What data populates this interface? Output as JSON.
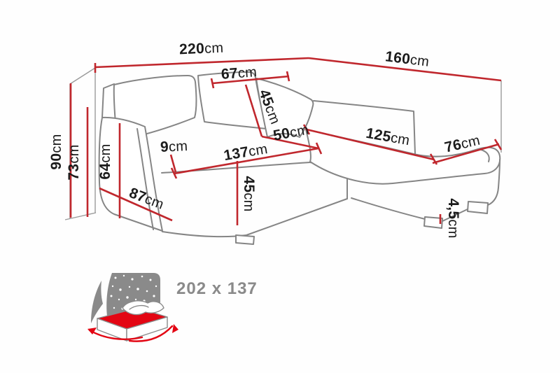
{
  "diagram_title": "corner sofa-bed dimension diagram",
  "unit": "cm",
  "colors": {
    "dimension_line": "#c0272d",
    "outline_gray": "#858585",
    "label_text": "#1b1b1b",
    "icon_gray": "#8a8a8a",
    "icon_red": "#e30613",
    "background": "#ffffff"
  },
  "dims": [
    {
      "id": "total-width",
      "value": "220",
      "unit": "cm"
    },
    {
      "id": "total-depth",
      "value": "160",
      "unit": "cm"
    },
    {
      "id": "total-height",
      "value": "90",
      "unit": "cm"
    },
    {
      "id": "back-height",
      "value": "73",
      "unit": "cm"
    },
    {
      "id": "arm-height",
      "value": "64",
      "unit": "cm"
    },
    {
      "id": "back-cushion-width",
      "value": "67",
      "unit": "cm"
    },
    {
      "id": "back-cushion-height",
      "value": "45",
      "unit": "cm"
    },
    {
      "id": "corner-seat-depth",
      "value": "50",
      "unit": "cm"
    },
    {
      "id": "armrest-width",
      "value": "9",
      "unit": "cm"
    },
    {
      "id": "seat-length",
      "value": "137",
      "unit": "cm"
    },
    {
      "id": "seat-height",
      "value": "45",
      "unit": "cm"
    },
    {
      "id": "seat-depth",
      "value": "87",
      "unit": "cm"
    },
    {
      "id": "chaise-length",
      "value": "125",
      "unit": "cm"
    },
    {
      "id": "chaise-width",
      "value": "76",
      "unit": "cm"
    },
    {
      "id": "leg-height",
      "value": "4,5",
      "unit": "cm"
    }
  ],
  "bed_icon": {
    "caption": "202 x 137"
  }
}
